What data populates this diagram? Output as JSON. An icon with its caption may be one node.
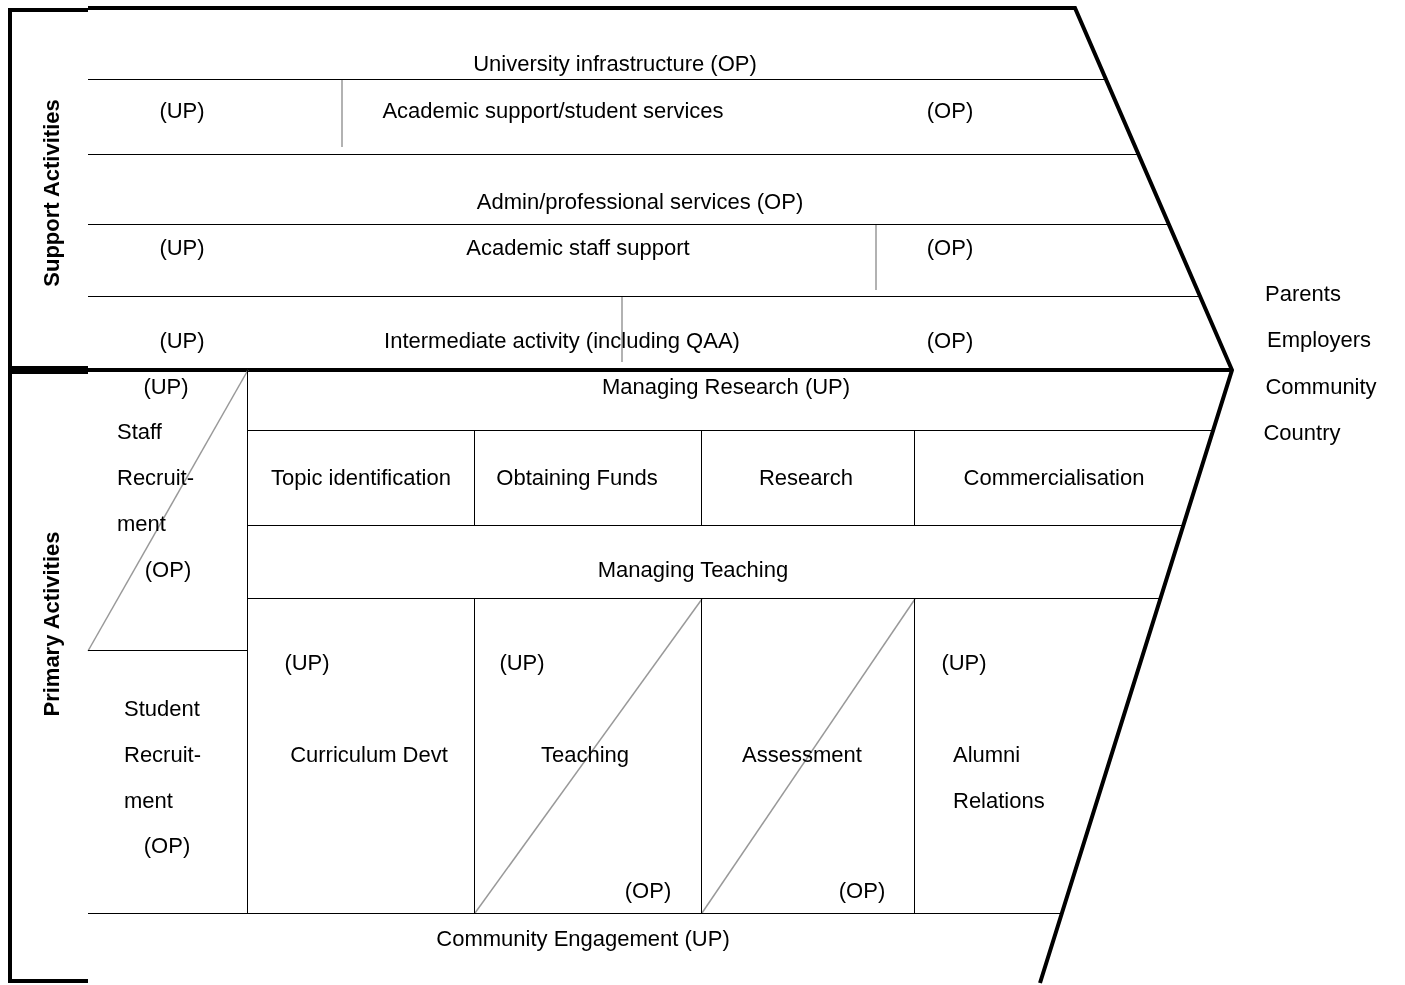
{
  "diagram": {
    "nodes": [
      {
        "text": [
          "Support Activities"
        ]
      },
      {
        "text": [
          "Primary Activities"
        ]
      },
      {
        "text": [
          "University infrastructure (OP)"
        ]
      },
      {
        "text": [
          "(UP)",
          "Academic support/student services",
          "(OP)"
        ]
      },
      {
        "text": [
          "Admin/professional services (OP)"
        ]
      },
      {
        "text": [
          "(UP)",
          "Academic staff support",
          "(OP)"
        ]
      },
      {
        "text": [
          "(UP)",
          "Intermediate activity (including QAA)",
          "(OP)"
        ]
      },
      {
        "text": [
          "(UP)",
          "Staff Recruit- ment",
          "(OP)"
        ]
      },
      {
        "text": [
          "Student Recruit- ment",
          "(OP)"
        ]
      },
      {
        "text": [
          "Managing Research (UP)"
        ]
      },
      {
        "text": [
          "Topic identification"
        ]
      },
      {
        "text": [
          "Obtaining Funds"
        ]
      },
      {
        "text": [
          "Research"
        ]
      },
      {
        "text": [
          "Commercialisation"
        ]
      },
      {
        "text": [
          "Managing Teaching"
        ]
      },
      {
        "text": [
          "(UP)",
          "Curriculum Devt"
        ]
      },
      {
        "text": [
          "(UP)",
          "Teaching",
          "(OP)"
        ]
      },
      {
        "text": [
          "Assessment",
          "(OP)"
        ]
      },
      {
        "text": [
          "(UP)",
          "Alumni Relations"
        ]
      },
      {
        "text": [
          "Community Engagement (UP)"
        ]
      }
    ],
    "labels": [
      "Parents",
      "Employers",
      "Community",
      "Country"
    ]
  }
}
